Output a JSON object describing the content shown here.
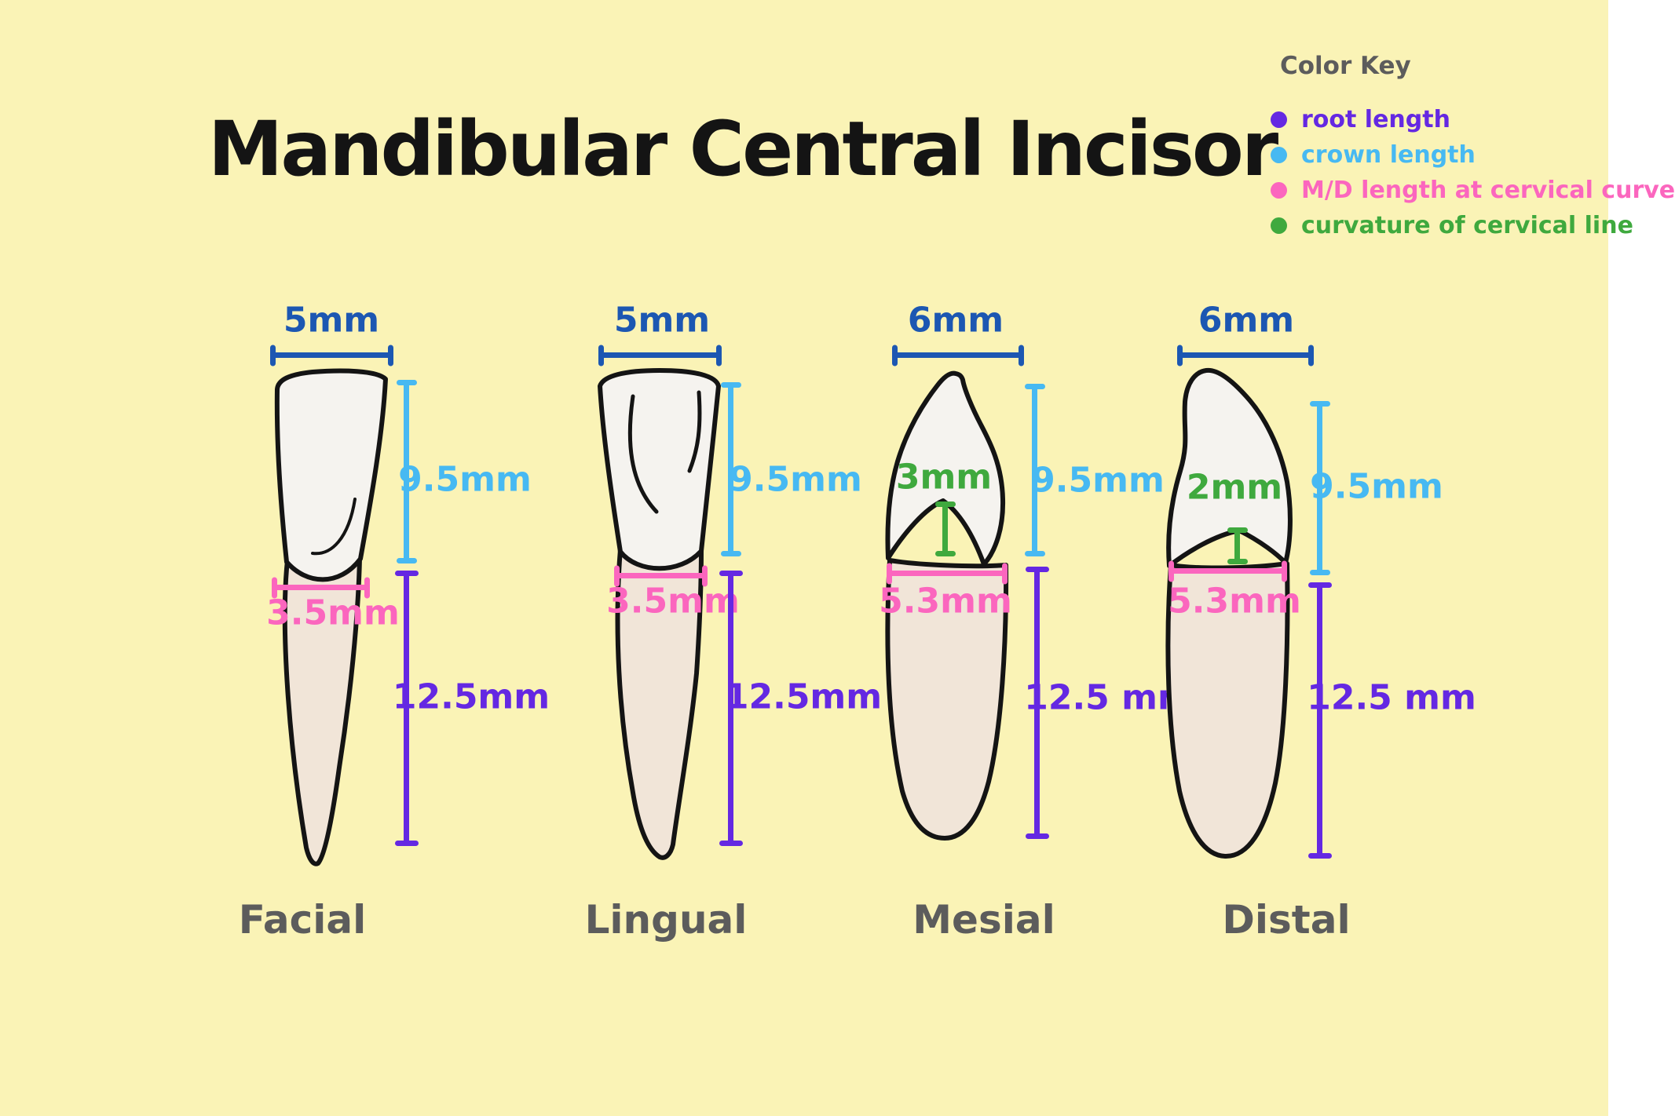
{
  "title": "Mandibular Central Incisor",
  "color_key": {
    "heading": "Color Key",
    "entries": [
      {
        "id": "root-length",
        "label": "root length",
        "color": "#6428e2"
      },
      {
        "id": "crown-length",
        "label": "crown length",
        "color": "#47b9f2"
      },
      {
        "id": "md-length",
        "label": "M/D length at cervical curve",
        "color": "#fb66be"
      },
      {
        "id": "cervical-curvature",
        "label": "curvature of cervical line",
        "color": "#3fa93e"
      }
    ]
  },
  "views": [
    {
      "name": "Facial",
      "width_label": "5mm",
      "crown_label": "9.5mm",
      "cervical_width_label": "3.5mm",
      "root_label": "12.5mm"
    },
    {
      "name": "Lingual",
      "width_label": "5mm",
      "crown_label": "9.5mm",
      "cervical_width_label": "3.5mm",
      "root_label": "12.5mm"
    },
    {
      "name": "Mesial",
      "width_label": "6mm",
      "crown_label": "9.5mm",
      "cervical_width_label": "5.3mm",
      "root_label": "12.5 mm",
      "curvature_label": "3mm"
    },
    {
      "name": "Distal",
      "width_label": "6mm",
      "crown_label": "9.5mm",
      "cervical_width_label": "5.3mm",
      "root_label": "12.5 mm",
      "curvature_label": "2mm"
    }
  ],
  "colors": {
    "bg": "#faf3b6",
    "ink": "#141414",
    "gray": "#5c5c5c",
    "blue": "#1c57b2",
    "cyan": "#47b9f2",
    "pink": "#fb66be",
    "purple": "#6428e2",
    "green": "#3fa93e",
    "outline": "#141414",
    "crown": "#f5f3ef",
    "root": "#f1e5d8"
  }
}
